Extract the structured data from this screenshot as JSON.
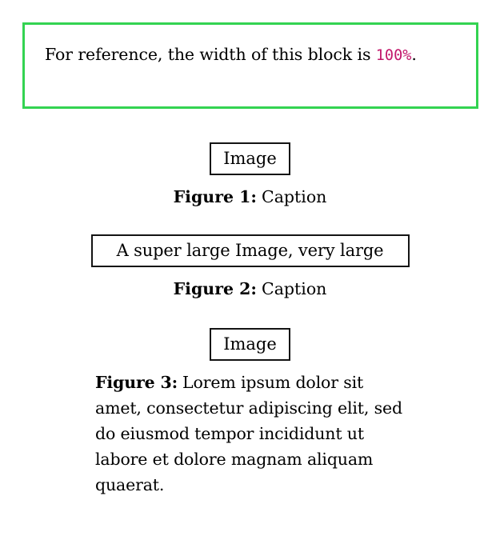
{
  "reference_block": {
    "text_before": "For reference, the width of this block is",
    "width_value": "100%",
    "text_after": ".",
    "border_color": "#33d351",
    "value_color": "#c2176b"
  },
  "figures": [
    {
      "placeholder": "Image",
      "label": "Figure 1:",
      "caption": "Caption",
      "caption_align": "center",
      "box_size": "small"
    },
    {
      "placeholder": "A super large Image, very large",
      "label": "Figure 2:",
      "caption": "Caption",
      "caption_align": "center",
      "box_size": "wide"
    },
    {
      "placeholder": "Image",
      "label": "Figure 3:",
      "caption": "Lorem ipsum dolor sit amet, consectetur adipiscing elit, sed do eiusmod tempor incididunt ut labore et dolore magnam aliquam quaerat.",
      "caption_align": "left",
      "box_size": "small"
    }
  ]
}
